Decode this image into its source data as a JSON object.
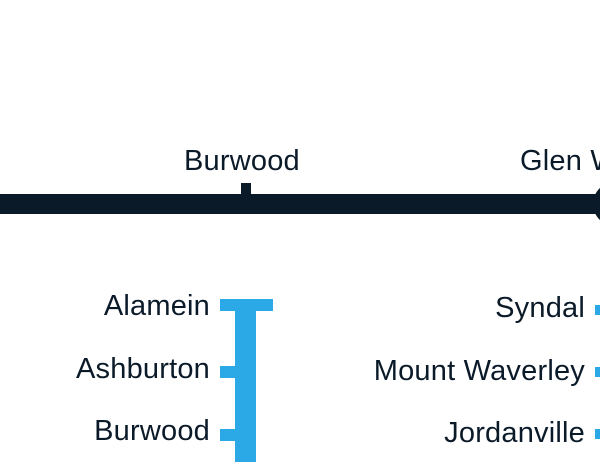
{
  "colors": {
    "main_line": "#0b1a29",
    "branch_line": "#2aa9e6",
    "label_text": "#0b1a29",
    "background": "#ffffff"
  },
  "main_line": {
    "stations": [
      "Burwood",
      "Glen Waverley"
    ]
  },
  "branches": [
    {
      "name": "",
      "stations": [
        "Alamein",
        "Ashburton",
        "Burwood"
      ]
    },
    {
      "name": "",
      "stations": [
        "Syndal",
        "Mount Waverley",
        "Jordanville"
      ]
    }
  ]
}
